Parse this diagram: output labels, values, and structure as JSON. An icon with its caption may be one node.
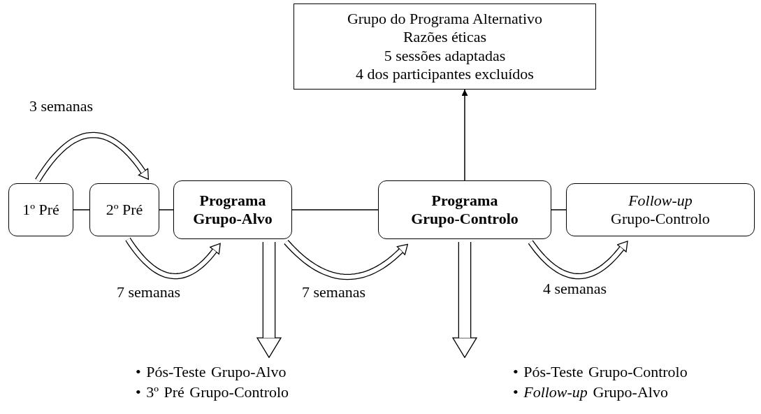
{
  "diagram": {
    "nodes": [
      {
        "text": [
          "Grupo do Programa Alternativo",
          "Razões éticas",
          "5 sessões adaptadas",
          "4 dos participantes excluídos"
        ]
      },
      {
        "text": [
          "1º Pré"
        ]
      },
      {
        "text": [
          "2º Pré"
        ]
      },
      {
        "text": [
          "Programa Grupo-Alvo"
        ]
      },
      {
        "text": [
          "Programa Grupo-Controlo"
        ]
      },
      {
        "text": [
          "*Follow-up* Grupo-Controlo"
        ]
      },
      {
        "text": [
          "• Pós-Teste Grupo-Alvo",
          "• 3º Pré Grupo-Controlo"
        ]
      },
      {
        "text": [
          "• Pós-Teste Grupo-Controlo",
          "• *Follow-up* Grupo-Alvo"
        ]
      }
    ],
    "edges": [
      {
        "from": 1,
        "to": 2,
        "arrow": "none"
      },
      {
        "from": 2,
        "to": 3,
        "arrow": "none"
      },
      {
        "from": 3,
        "to": 4,
        "arrow": "none"
      },
      {
        "from": 4,
        "to": 5,
        "arrow": "none"
      },
      {
        "from": 4,
        "to": 0,
        "arrow": "to"
      },
      {
        "from": 1,
        "to": 2,
        "arrow": "to",
        "label": "3 semanas"
      },
      {
        "from": 2,
        "to": 3,
        "arrow": "to",
        "label": "7 semanas"
      },
      {
        "from": 3,
        "to": 4,
        "arrow": "to",
        "label": "7 semanas"
      },
      {
        "from": 4,
        "to": 5,
        "arrow": "to",
        "label": "4 semanas"
      },
      {
        "from": 3,
        "to": 6,
        "arrow": "to",
        "style": "thick"
      },
      {
        "from": 4,
        "to": 7,
        "arrow": "to",
        "style": "thick"
      }
    ]
  }
}
